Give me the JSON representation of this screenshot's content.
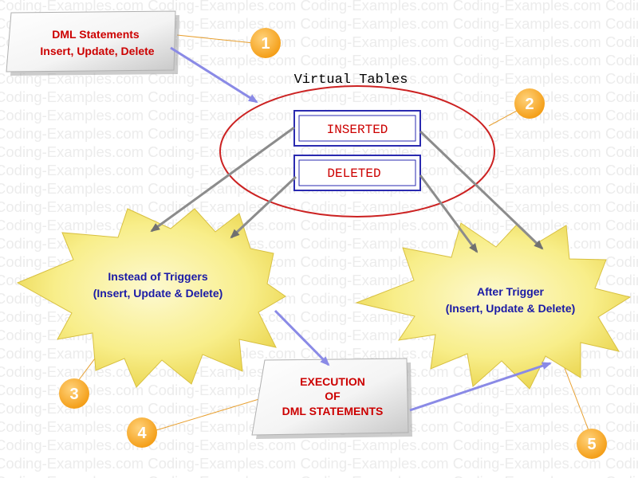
{
  "watermark": {
    "text": "Coding-Examples.com"
  },
  "virtual_tables": {
    "title": "Virtual Tables",
    "inserted": "INSERTED",
    "deleted": "DELETED"
  },
  "dml_box": {
    "line1": "DML Statements",
    "line2": "Insert, Update, Delete"
  },
  "instead_of": {
    "line1": "Instead of Triggers",
    "line2": "(Insert, Update & Delete)"
  },
  "after": {
    "line1": "After Trigger",
    "line2": "(Insert, Update & Delete)"
  },
  "execution_box": {
    "line1": "EXECUTION",
    "line2": "OF",
    "line3": "DML STATEMENTS"
  },
  "markers": [
    "1",
    "2",
    "3",
    "4",
    "5"
  ],
  "colors": {
    "marker": "#f7a21b",
    "ellipse": "#cc2222",
    "box_border": "#2a2ab0",
    "starburst": "#f8ee8a",
    "arrow_blue": "#8a8ae6",
    "arrow_grey": "#8c8c8c"
  }
}
